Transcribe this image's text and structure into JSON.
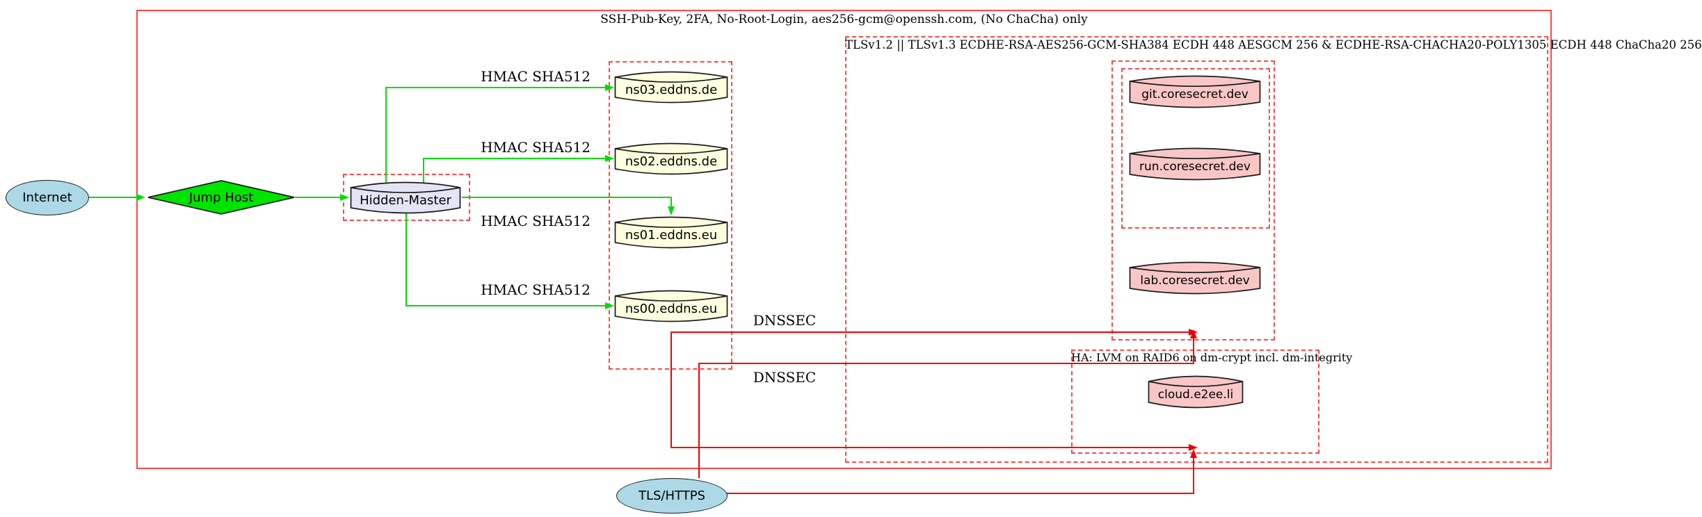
{
  "clusters": {
    "ssh_label": "SSH-Pub-Key, 2FA, No-Root-Login, aes256-gcm@openssh.com, (No ChaCha) only",
    "tls_label": "TLSv1.2 || TLSv1.3 ECDHE-RSA-AES256-GCM-SHA384 ECDH 448 AESGCM 256 & ECDHE-RSA-CHACHA20-POLY1305 ECDH 448 ChaCha20 256",
    "ha_label": "HA: LVM on RAID6 on dm-crypt incl. dm-integrity"
  },
  "nodes": {
    "internet": "Internet",
    "jump_host": "Jump Host",
    "hidden_master": "Hidden-Master",
    "ns03": "ns03.eddns.de",
    "ns02": "ns02.eddns.de",
    "ns01": "ns01.eddns.eu",
    "ns00": "ns00.eddns.eu",
    "git": "git.coresecret.dev",
    "run": "run.coresecret.dev",
    "lab": "lab.coresecret.dev",
    "cloud": "cloud.e2ee.li",
    "tls_https": "TLS/HTTPS"
  },
  "edge_labels": {
    "hmac1": "HMAC SHA512",
    "hmac2": "HMAC SHA512",
    "hmac3": "HMAC SHA512",
    "hmac4": "HMAC SHA512",
    "dnssec1": "DNSSEC",
    "dnssec2": "DNSSEC"
  },
  "colors": {
    "edge_green": "#00dc00",
    "edge_red": "#ee0000",
    "cluster_border_red": "#ff4545",
    "node_yellow": "#ffffe0",
    "node_pink": "#f9c6c6",
    "node_blue": "#add8e6",
    "node_lavender": "#e4e4f6",
    "diamond_green": "#00e400"
  }
}
